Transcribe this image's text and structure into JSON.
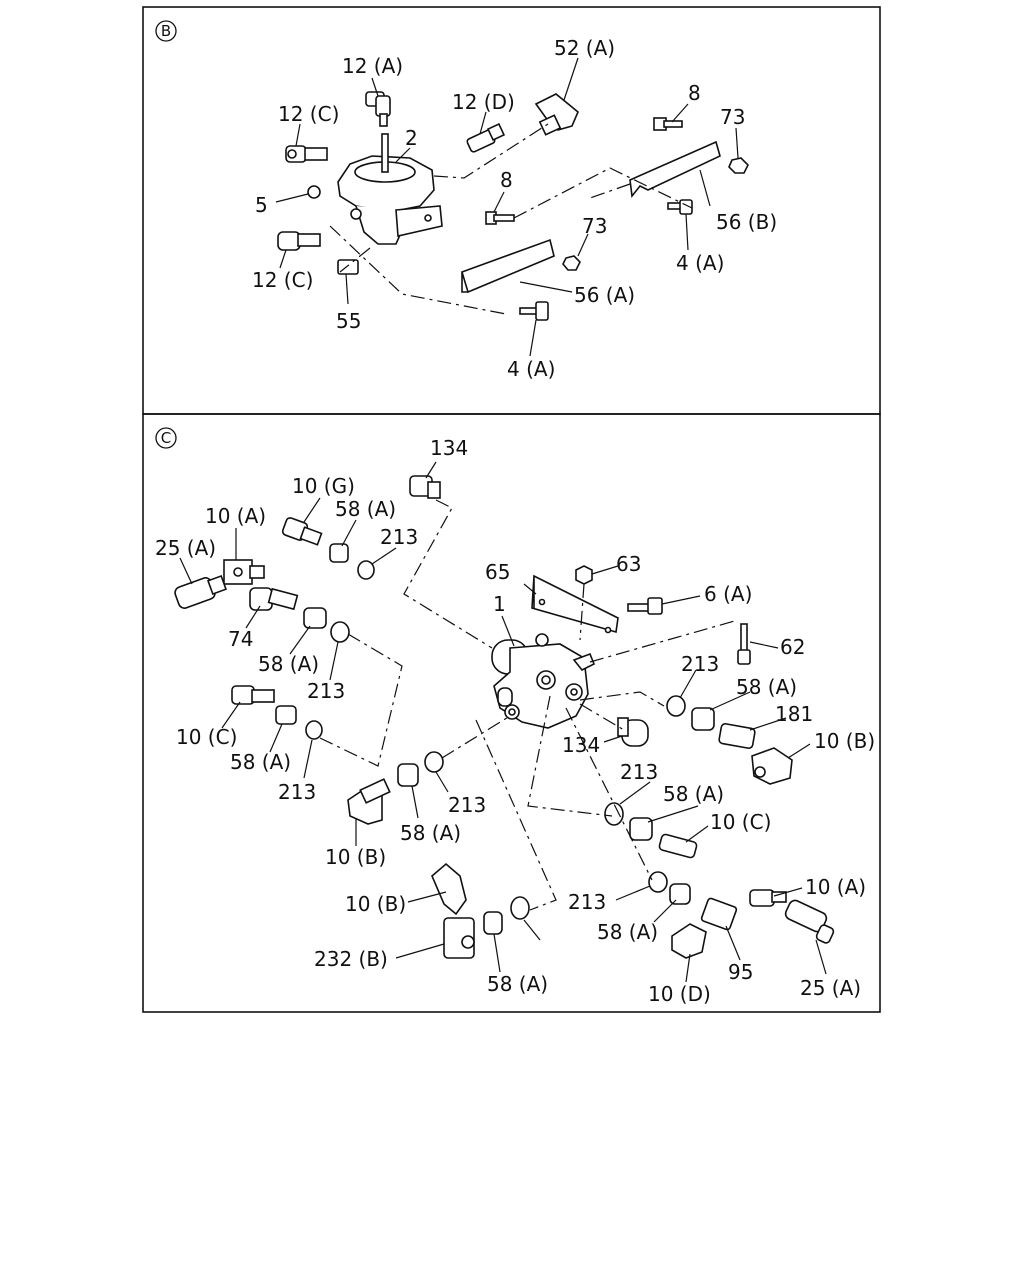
{
  "panels": {
    "b": {
      "marker": "B",
      "labels": {
        "l12a": "12 (A)",
        "l52a": "52 (A)",
        "l12c_top": "12 (C)",
        "l12d": "12 (D)",
        "l2": "2",
        "l8_top": "8",
        "l73_top": "73",
        "l5": "5",
        "l8_mid": "8",
        "l56b": "56 (B)",
        "l73_mid": "73",
        "l4a_right": "4 (A)",
        "l12c_bot": "12 (C)",
        "l56a": "56 (A)",
        "l55": "55",
        "l4a_bot": "4 (A)"
      }
    },
    "c": {
      "marker": "C",
      "labels": {
        "l134_top": "134",
        "l10g": "10 (G)",
        "l10a_top": "10 (A)",
        "l58a_1": "58 (A)",
        "l213_1": "213",
        "l25a_top": "25 (A)",
        "l65": "65",
        "l63": "63",
        "l1": "1",
        "l6a": "6 (A)",
        "l74": "74",
        "l58a_2": "58 (A)",
        "l62": "62",
        "l213_2": "213",
        "l213_3": "213",
        "l58a_3": "58 (A)",
        "l181": "181",
        "l10c_left": "10 (C)",
        "l10b_right": "10 (B)",
        "l134_mid": "134",
        "l58a_4": "58 (A)",
        "l213_4": "213",
        "l213_5": "213",
        "l58a_5": "58 (A)",
        "l10c_right": "10 (C)",
        "l58a_6": "58 (A)",
        "l10b_left": "10 (B)",
        "l213_6": "213",
        "l10a_bot": "10 (A)",
        "l10b_mid": "10 (B)",
        "l58a_7": "58 (A)",
        "l95": "95",
        "l232b": "232 (B)",
        "l213_7": "213",
        "l10d": "10 (D)",
        "l25a_bot": "25 (A)",
        "l58a_8": "58 (A)"
      }
    }
  }
}
